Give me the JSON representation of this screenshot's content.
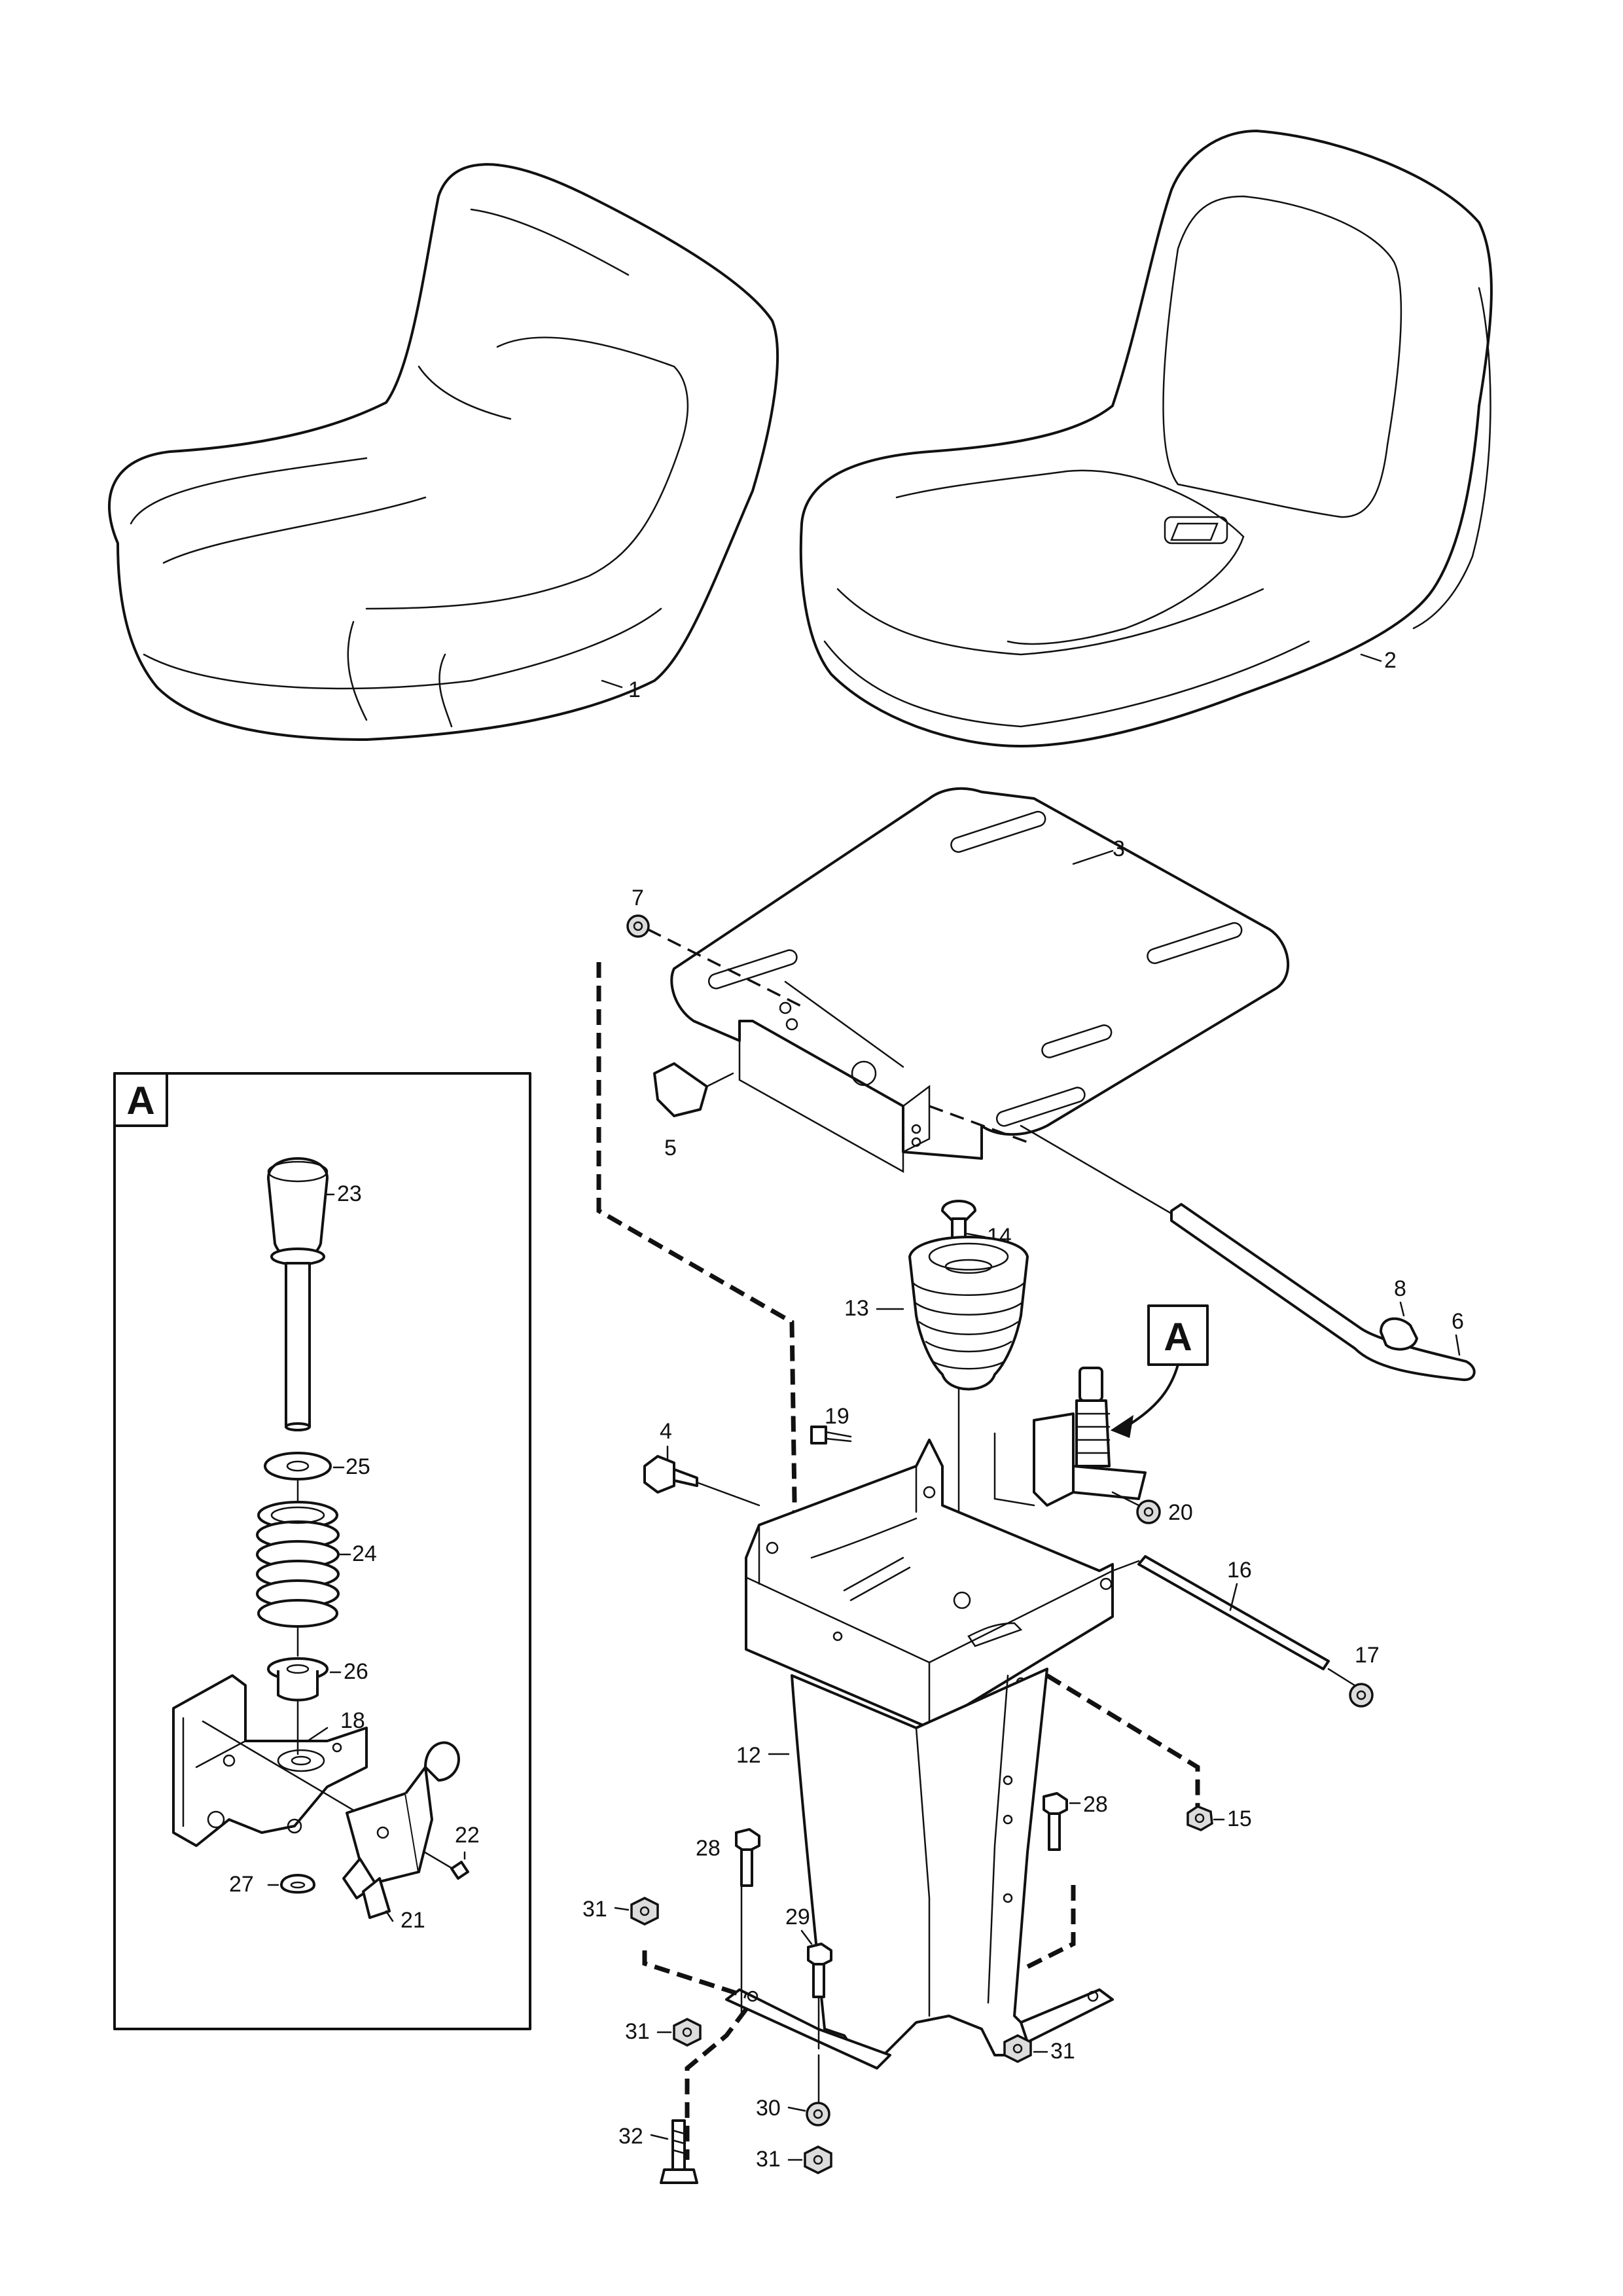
{
  "inset": {
    "label": "A"
  },
  "callout": {
    "label": "A"
  },
  "labels": {
    "p1": "1",
    "p2": "2",
    "p3": "3",
    "p4": "4",
    "p5": "5",
    "p6": "6",
    "p7": "7",
    "p8": "8",
    "p12": "12",
    "p13": "13",
    "p14": "14",
    "p15": "15",
    "p16": "16",
    "p17": "17",
    "p18": "18",
    "p19": "19",
    "p20": "20",
    "p21": "21",
    "p22": "22",
    "p23": "23",
    "p24": "24",
    "p25": "25",
    "p26": "26",
    "p27": "27",
    "p28a": "28",
    "p28b": "28",
    "p29": "29",
    "p30": "30",
    "p31a": "31",
    "p31b": "31",
    "p31c": "31",
    "p31d": "31",
    "p32": "32"
  }
}
